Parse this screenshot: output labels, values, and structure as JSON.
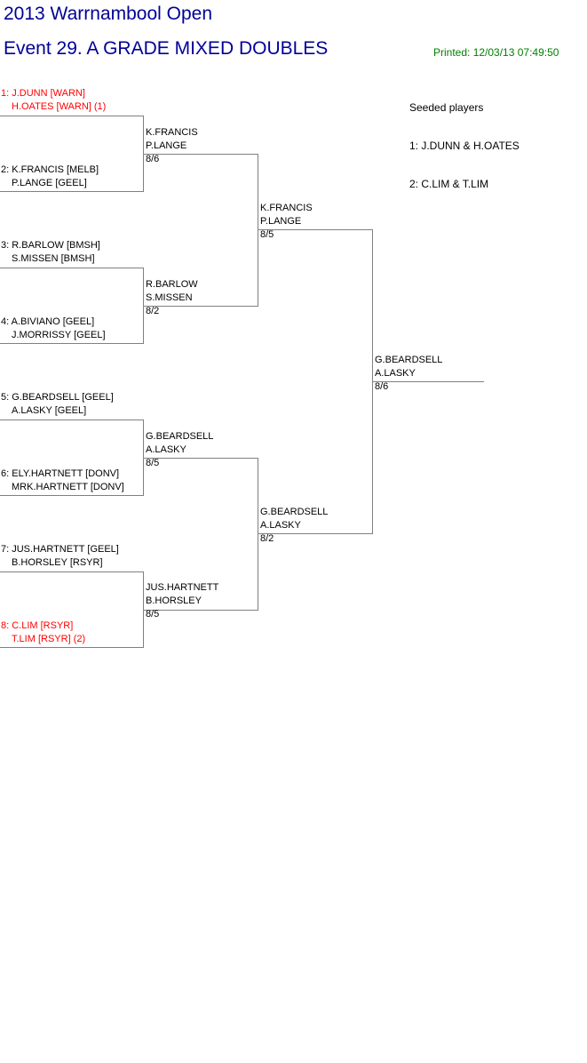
{
  "header": {
    "tournament": "2013 Warrnambool Open",
    "event": "Event 29. A GRADE MIXED DOUBLES",
    "printed": "Printed: 12/03/13 07:49:50"
  },
  "seeded": {
    "title": "Seeded players",
    "seed1": "1: J.DUNN & H.OATES",
    "seed2": "2: C.LIM & T.LIM"
  },
  "round1": [
    {
      "line1": "1: J.DUNN [WARN]",
      "line2": "H.OATES [WARN] (1)"
    },
    {
      "line1": "2: K.FRANCIS [MELB]",
      "line2": "P.LANGE [GEEL]"
    },
    {
      "line1": "3: R.BARLOW [BMSH]",
      "line2": "S.MISSEN [BMSH]"
    },
    {
      "line1": "4: A.BIVIANO [GEEL]",
      "line2": "J.MORRISSY [GEEL]"
    },
    {
      "line1": "5: G.BEARDSELL [GEEL]",
      "line2": "A.LASKY [GEEL]"
    },
    {
      "line1": "6: ELY.HARTNETT [DONV]",
      "line2": "MRK.HARTNETT [DONV]"
    },
    {
      "line1": "7: JUS.HARTNETT [GEEL]",
      "line2": "B.HORSLEY [RSYR]"
    },
    {
      "line1": "8: C.LIM [RSYR]",
      "line2": "T.LIM [RSYR] (2)"
    }
  ],
  "round2": [
    {
      "line1": "K.FRANCIS",
      "line2": "P.LANGE",
      "score": "8/6"
    },
    {
      "line1": "R.BARLOW",
      "line2": "S.MISSEN",
      "score": "8/2"
    },
    {
      "line1": "G.BEARDSELL",
      "line2": "A.LASKY",
      "score": "8/5"
    },
    {
      "line1": "JUS.HARTNETT",
      "line2": "B.HORSLEY",
      "score": "8/5"
    }
  ],
  "semis": [
    {
      "line1": "K.FRANCIS",
      "line2": "P.LANGE",
      "score": "8/5"
    },
    {
      "line1": "G.BEARDSELL",
      "line2": "A.LASKY",
      "score": "8/2"
    }
  ],
  "final": {
    "line1": "G.BEARDSELL",
    "line2": "A.LASKY",
    "score": "8/6"
  },
  "colors": {
    "title": "#000099",
    "printed": "#008000",
    "seed_highlight": "#ff0000",
    "lines": "#808080"
  }
}
